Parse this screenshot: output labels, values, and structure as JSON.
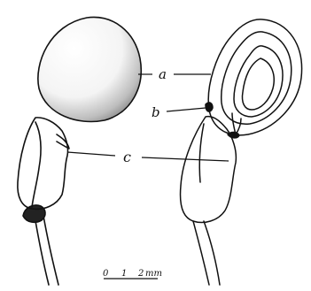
{
  "labels": {
    "a": "a",
    "b": "b",
    "c": "c"
  },
  "scale_bar": {
    "ticks": [
      "0",
      "1",
      "2"
    ],
    "unit": "mm"
  },
  "colors": {
    "ink": "#111111",
    "paper": "#ffffff"
  }
}
